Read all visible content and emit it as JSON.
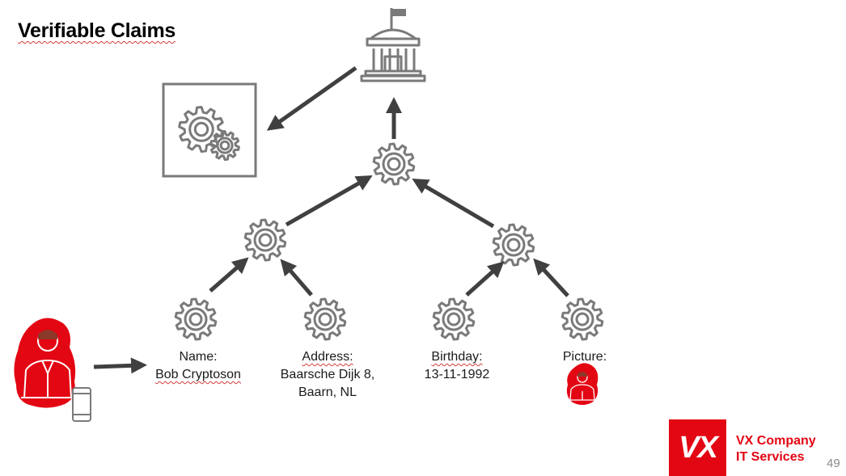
{
  "slide": {
    "title": "Verifiable Claims",
    "page_number": "49"
  },
  "claims": [
    {
      "label": "Name:",
      "value_lines": [
        "Bob Cryptoson"
      ]
    },
    {
      "label": "Address:",
      "value_lines": [
        "Baarsche Dijk 8,",
        "Baarn, NL"
      ]
    },
    {
      "label": "Birthday:",
      "value_lines": [
        "13-11-1992"
      ]
    },
    {
      "label": "Picture:",
      "value_lines": []
    }
  ],
  "logo": {
    "mark": "VX",
    "line1": "VX Company",
    "line2": "IT Services",
    "color": "#e30613"
  },
  "icons": {
    "issuer": "government-building-icon",
    "verifier": "gears-window-icon",
    "node": "gear-icon",
    "holder": "person-icon",
    "device": "smartphone-icon"
  },
  "colors": {
    "gear": "#7a7a7a",
    "arrow": "#404040",
    "person": "#e30613"
  }
}
